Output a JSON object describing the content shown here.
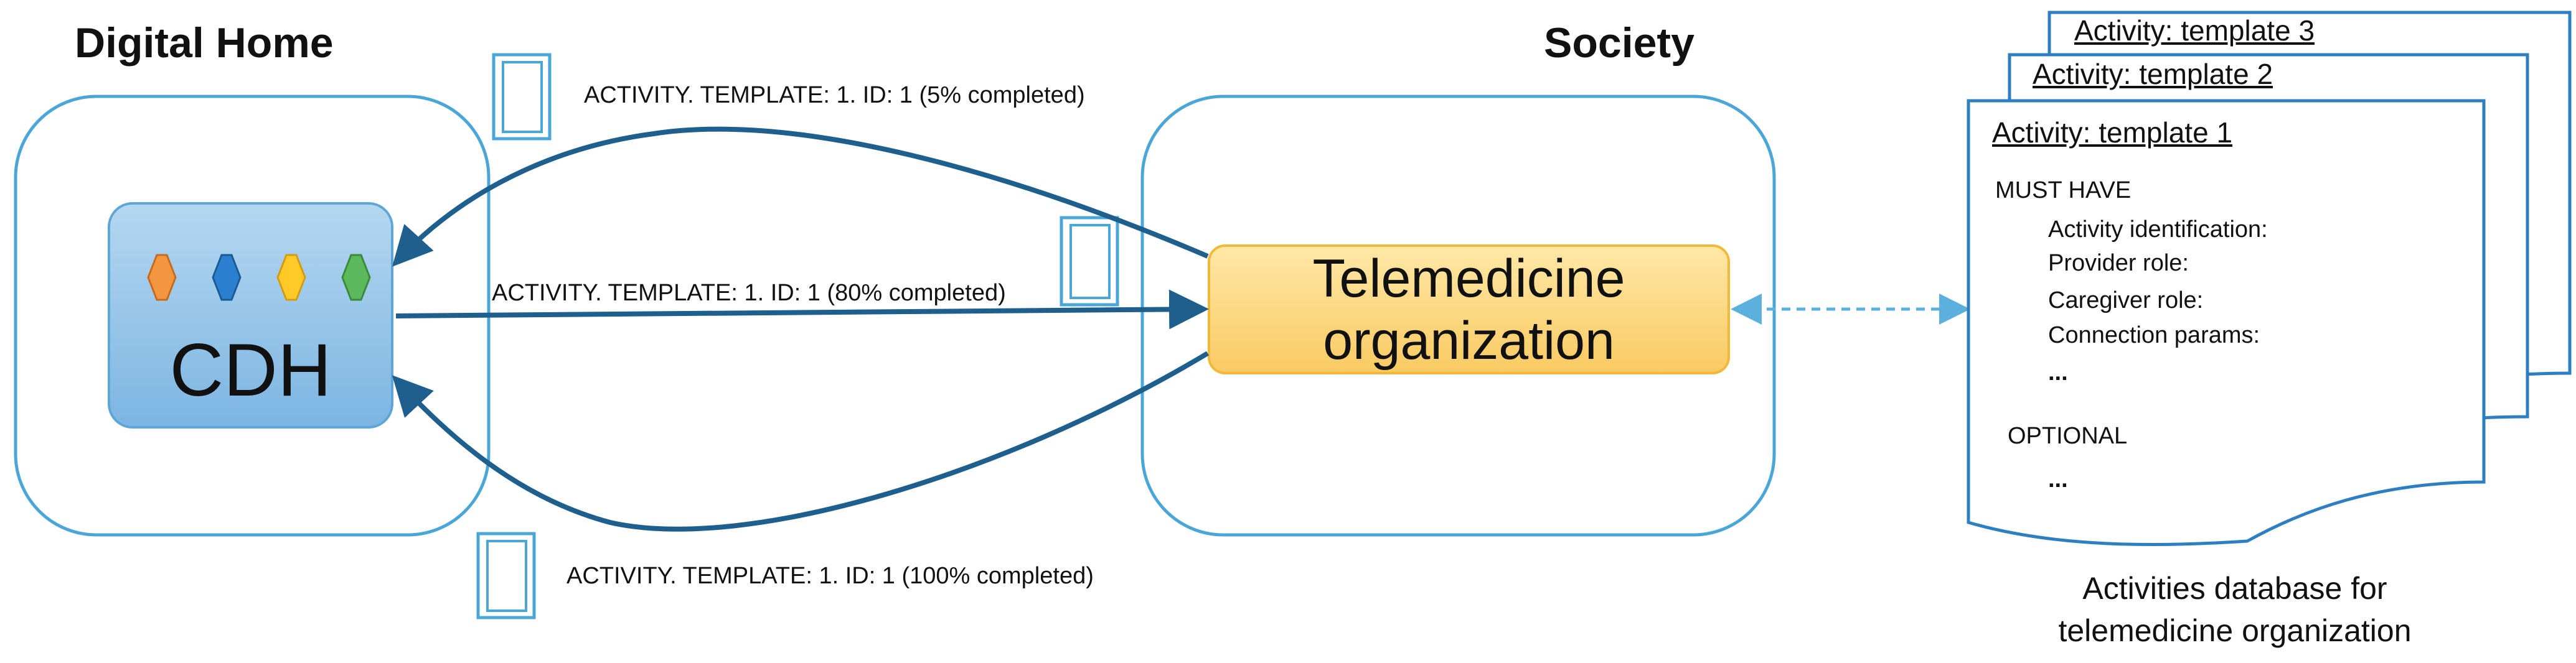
{
  "colors": {
    "frame": "#4BA6D8",
    "arrow": "#1E5F8E",
    "cdh_fill_top": "#B5D7F0",
    "cdh_fill_bottom": "#7CB5E2",
    "telemed_fill_top": "#FFE8A6",
    "telemed_fill_bottom": "#F9CA62",
    "telemed_border": "#F1B83A",
    "doc_border": "#2E7FC2",
    "hex_orange": "#F4963F",
    "hex_blue": "#2C7FD0",
    "hex_yellow": "#FFC928",
    "hex_green": "#5CB85C",
    "dashed": "#5BB0DE"
  },
  "digital_home": {
    "title": "Digital Home"
  },
  "society": {
    "title": "Society"
  },
  "cdh": {
    "label": "CDH",
    "hexagons": [
      "hex-orange",
      "hex-blue",
      "hex-yellow",
      "hex-green"
    ]
  },
  "telemedicine": {
    "line1": "Telemedicine",
    "line2": "organization"
  },
  "messages": {
    "top": "ACTIVITY. TEMPLATE: 1. ID: 1 (5% completed)",
    "middle": "ACTIVITY. TEMPLATE: 1. ID: 1 (80% completed)",
    "bottom": "ACTIVITY. TEMPLATE: 1. ID: 1 (100% completed)"
  },
  "templates": {
    "t3_title": "Activity: template 3",
    "t2_title": "Activity: template 2",
    "t1_title": "Activity: template 1",
    "must_have": "MUST HAVE",
    "fields": [
      "Activity identification:",
      "Provider role:",
      "Caregiver role:",
      "Connection params:",
      "..."
    ],
    "optional": "OPTIONAL",
    "optional_fields": [
      "..."
    ]
  },
  "database_caption": {
    "line1": "Activities database for",
    "line2": "telemedicine organization"
  }
}
